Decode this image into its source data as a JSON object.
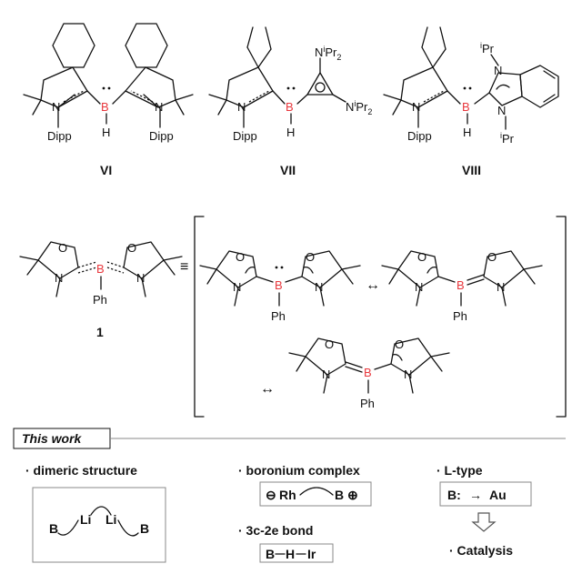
{
  "compounds": {
    "vi": {
      "label": "VI",
      "n_left": "N",
      "n_right": "N",
      "dipp_left": "Dipp",
      "dipp_right": "Dipp",
      "b": "B",
      "h": "H"
    },
    "vii": {
      "label": "VII",
      "n": "N",
      "dipp": "Dipp",
      "b": "B",
      "h": "H",
      "n_top": "N",
      "n_top_sup": "i",
      "n_top_rest": "Pr",
      "n_top_sub": "2",
      "n_right": "N",
      "n_right_sup": "i",
      "n_right_rest": "Pr",
      "n_right_sub": "2"
    },
    "viii": {
      "label": "VIII",
      "n": "N",
      "dipp": "Dipp",
      "b": "B",
      "h": "H",
      "n_top": "N",
      "n_bot": "N",
      "ipr_sup": "i",
      "ipr_rest": "Pr"
    }
  },
  "compound1": {
    "label": "1",
    "o": "O",
    "n": "N",
    "b": "B",
    "ph": "Ph"
  },
  "equiv_symbol": "≡",
  "resonance_arrow": "↔",
  "section": {
    "title": "This work"
  },
  "features": {
    "dimeric": {
      "title": "· dimeric structure",
      "b": "B",
      "li": "Li"
    },
    "boronium": {
      "title": "· boronium complex",
      "minus": "⊖",
      "rh": "Rh",
      "b": "B",
      "plus": "⊕"
    },
    "threecenter": {
      "title": "· 3c-2e bond",
      "b": "B",
      "h": "H",
      "ir": "Ir"
    },
    "ltype": {
      "title": "· L-type",
      "b": "B:",
      "arrow": "→",
      "au": "Au"
    },
    "catalysis": {
      "title": "· Catalysis"
    }
  }
}
